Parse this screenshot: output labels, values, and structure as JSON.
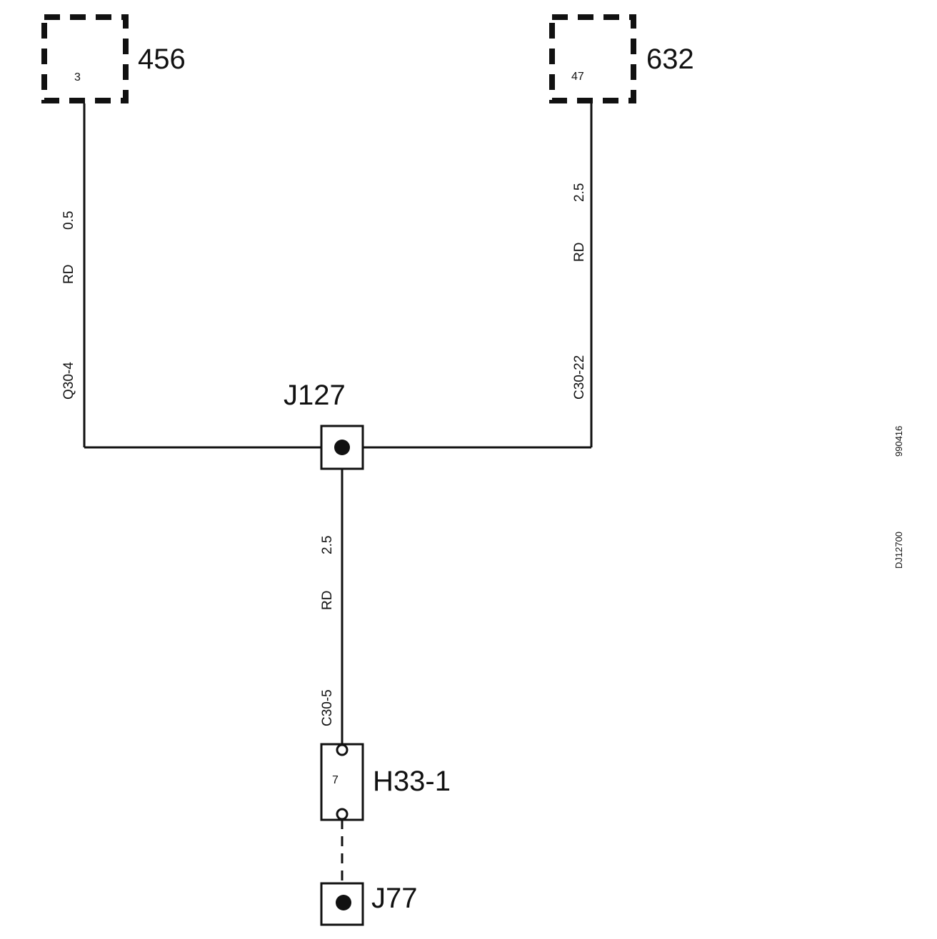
{
  "components": {
    "module_left": {
      "id": "456",
      "pin": "3"
    },
    "module_right": {
      "id": "632",
      "pin": "47"
    },
    "splice": {
      "id": "J127"
    },
    "connector": {
      "id": "H33-1",
      "pin": "7"
    },
    "ground": {
      "id": "J77"
    }
  },
  "wires": {
    "left": {
      "code": "Q30-4",
      "color": "RD",
      "size": "0.5"
    },
    "right": {
      "code": "C30-22",
      "color": "RD",
      "size": "2.5"
    },
    "down": {
      "code": "C30-5",
      "color": "RD",
      "size": "2.5"
    }
  },
  "side_codes": {
    "top": "990416",
    "bottom": "DJ12700"
  },
  "colors": {
    "line": "#111111",
    "background": "#ffffff"
  }
}
